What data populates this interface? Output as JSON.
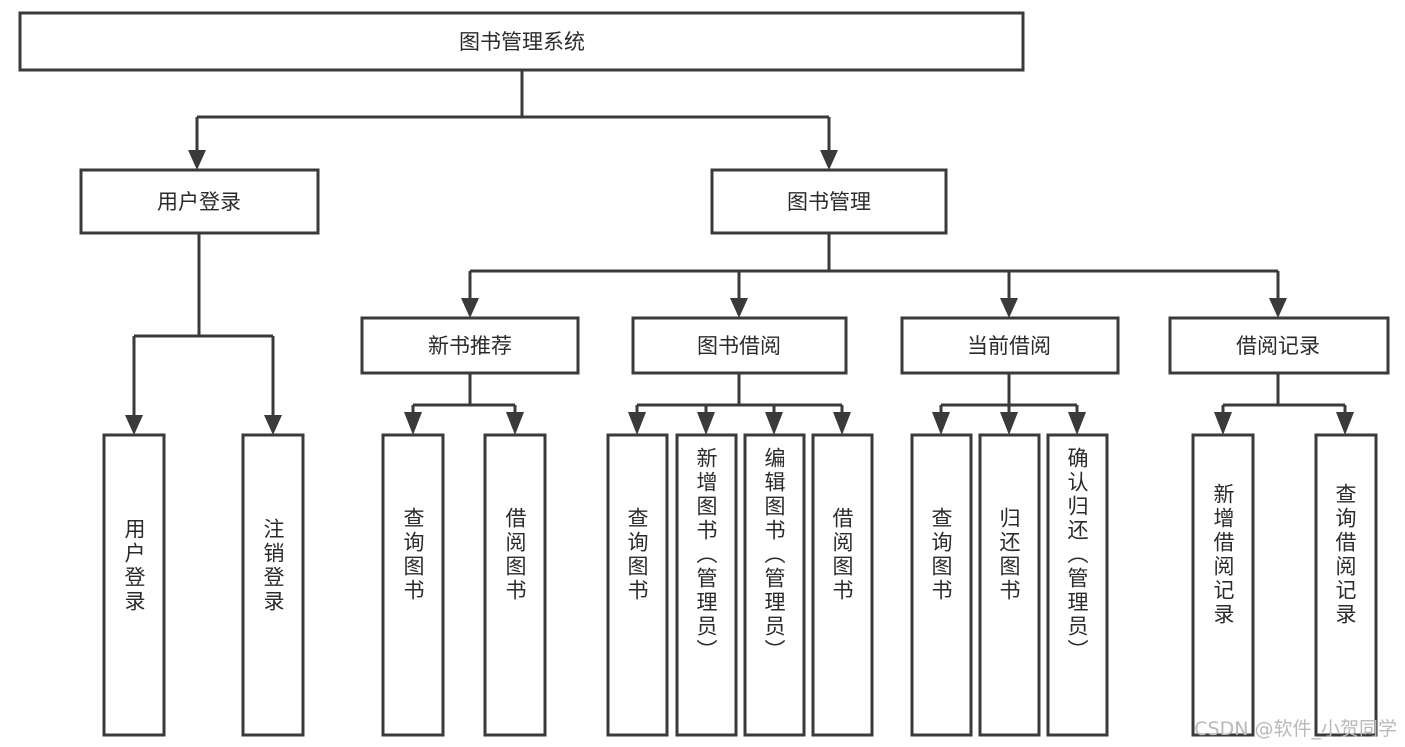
{
  "diagram": {
    "type": "tree",
    "title": "图书管理系统",
    "watermark": "CSDN @软件_小贺同学",
    "colors": {
      "box_stroke": "#3a3a3a",
      "box_fill": "#ffffff",
      "connector": "#3a3a3a",
      "text": "#2b2b2b",
      "background": "#ffffff",
      "watermark": "#b9b9b9"
    },
    "root": {
      "label": "图书管理系统"
    },
    "level1": [
      {
        "label": "用户登录"
      },
      {
        "label": "图书管理"
      }
    ],
    "level2": [
      {
        "label": "新书推荐"
      },
      {
        "label": "图书借阅"
      },
      {
        "label": "当前借阅"
      },
      {
        "label": "借阅记录"
      }
    ],
    "leaves": {
      "user_login": [
        {
          "label": "用户登录"
        },
        {
          "label": "注销登录"
        }
      ],
      "new_book_recommend": [
        {
          "label": "查询图书"
        },
        {
          "label": "借阅图书"
        }
      ],
      "book_borrow": [
        {
          "label": "查询图书"
        },
        {
          "label": "新增图书（管理员）"
        },
        {
          "label": "编辑图书（管理员）"
        },
        {
          "label": "借阅图书"
        }
      ],
      "current_borrow": [
        {
          "label": "查询图书"
        },
        {
          "label": "归还图书"
        },
        {
          "label": "确认归还（管理员）"
        }
      ],
      "borrow_record": [
        {
          "label": "新增借阅记录"
        },
        {
          "label": "查询借阅记录"
        }
      ]
    }
  }
}
